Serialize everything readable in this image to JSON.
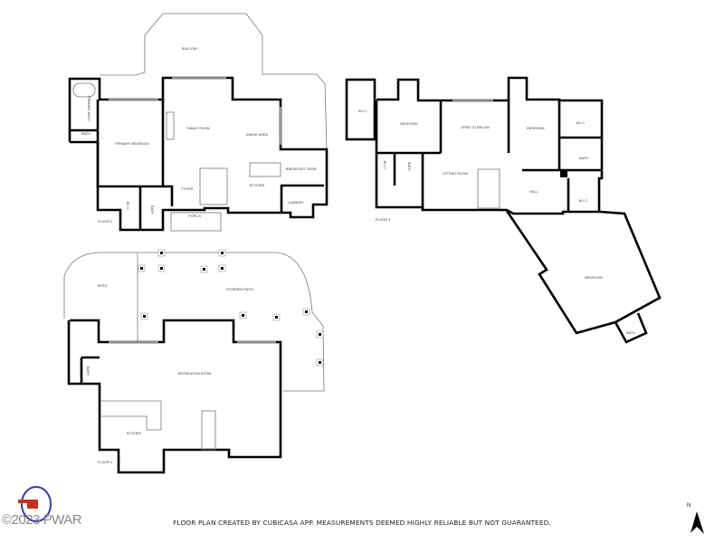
{
  "floor2": {
    "label": "FLOOR 2",
    "rooms": {
      "balcony": "BALCONY",
      "primary_bath": "PRIMARY BATH",
      "bath_small": "BATH",
      "primary_bedroom": "PRIMARY BEDROOM",
      "family_room": "FAMILY ROOM",
      "dining_area": "DINING AREA",
      "breakfast_nook": "BREAKFAST NOOK",
      "kitchen": "KITCHEN",
      "foyer": "FOYER",
      "wic": "W.I.C.",
      "bath": "BATH",
      "porch": "PORCH",
      "laundry": "LAUNDRY"
    }
  },
  "floor3": {
    "label": "FLOOR 3",
    "rooms": {
      "wic_left": "W.I.C.",
      "bedroom_left": "BEDROOM",
      "open_to_below": "OPEN TO BELOW",
      "bedroom_right": "BEDROOM",
      "wic_right": "W.I.C.",
      "bath_right": "BATH",
      "wic_small": "W.I.C.",
      "bath_small": "BATH",
      "sitting_room": "SITTING ROOM",
      "hall": "HALL",
      "wic_hall": "W.I.C.",
      "bedroom_big": "BEDROOM",
      "bath_big": "BATH"
    }
  },
  "floor1": {
    "label": "FLOOR 1",
    "rooms": {
      "patio": "PATIO",
      "covered_patio": "COVERED PATIO",
      "recreation_room": "RECREATION ROOM",
      "bath": "BATH",
      "kitchen": "KITCHEN"
    }
  },
  "footer": "FLOOR PLAN CREATED BY CUBICASA APP. MEASUREMENTS DEEMED HIGHLY RELIABLE BUT NOT GUARANTEED.",
  "watermark": "©2023 PWAR",
  "compass": {
    "label": "N"
  },
  "colors": {
    "watermark_ring": "#3a3aa8",
    "watermark_drone": "#c8301e"
  }
}
